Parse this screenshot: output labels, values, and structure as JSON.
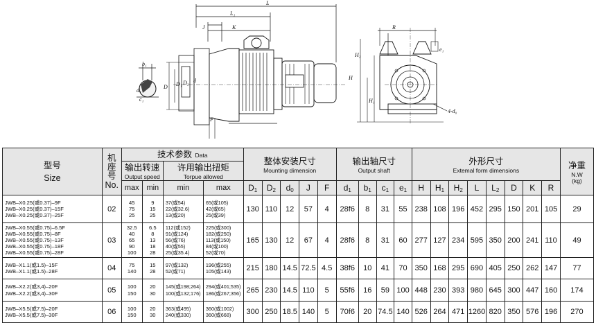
{
  "drawing_labels": {
    "L": "L",
    "L1": "L₁",
    "J": "J",
    "K": "K",
    "R": "R",
    "b1": "b₁",
    "c1": "c₁",
    "d1": "d₁",
    "D": "D",
    "D1": "D₁",
    "D2": "D₂",
    "H": "H",
    "H1": "H₁",
    "H2": "H₂",
    "F": "F",
    "e1": "e₁",
    "four_d0": "4-d₀",
    "d": "d"
  },
  "header": {
    "model_cn": "型号",
    "model_en": "Size",
    "base_cn1": "机",
    "base_cn2": "座",
    "base_cn3": "号",
    "base_en": "No.",
    "tech_cn": "技术参数",
    "tech_en": "Data",
    "speed_cn": "输出转速",
    "speed_en": "Output speed",
    "torque_cn": "许用输出扭矩",
    "torque_en": "Torpue allowed",
    "max": "max",
    "min": "min",
    "mount_cn": "整体安装尺寸",
    "mount_en": "Mounting dimension",
    "shaft_cn": "输出轴尺寸",
    "shaft_en": "Output shaft",
    "ext_cn": "外形尺寸",
    "ext_en": "Extemal form dimensions",
    "weight_cn": "净重",
    "weight_en": "N.W",
    "weight_unit": "(kg)",
    "cols": {
      "D1": "D",
      "D1s": "1",
      "D2": "D",
      "D2s": "2",
      "d0": "d",
      "d0s": "0",
      "J": "J",
      "F": "F",
      "d1": "d",
      "d1s": "1",
      "b1": "b",
      "b1s": "1",
      "c1": "c",
      "c1s": "1",
      "e1": "e",
      "e1s": "1",
      "H": "H",
      "H1": "H",
      "H1s": "1",
      "H2": "H",
      "H2s": "2",
      "L": "L",
      "L2": "L",
      "L2s": "2",
      "D": "D",
      "K": "K",
      "R": "R"
    }
  },
  "rows": [
    {
      "models": [
        "JWB–X0.25(或0.37)–9F",
        "JWB–X0.25(或0.37)–15F",
        "JWB–X0.25(或0.37)–25F"
      ],
      "no": "02",
      "smax": [
        "45",
        "75",
        "25"
      ],
      "smin": [
        "9",
        "15",
        "25"
      ],
      "tmin": [
        "37(或54)",
        "22(或32.6)",
        "13(或20)"
      ],
      "tmax": [
        "65(或105)",
        "42(或65)",
        "25(或39)"
      ],
      "dims": [
        "130",
        "110",
        "12",
        "57",
        "4",
        "28f6",
        "8",
        "31",
        "55",
        "238",
        "108",
        "196",
        "452",
        "295",
        "150",
        "201",
        "105"
      ],
      "weight": "29"
    },
    {
      "models": [
        "JWB–X0.55(或0.75)–6.5F",
        "JWB–X0.55(或0.75)–8F",
        "JWB–X0.55(或0.75)–13F",
        "JWB–X0.55(或0.75)–18F",
        "JWB–X0.55(或0.75)–28F"
      ],
      "no": "03",
      "smax": [
        "32.5",
        "40",
        "65",
        "90",
        "100"
      ],
      "smin": [
        "6.5",
        "8",
        "13",
        "18",
        "28"
      ],
      "tmin": [
        "112(或152)",
        "91(或124)",
        "56(或76)",
        "40(或55)",
        "25(或35.4)"
      ],
      "tmax": [
        "225(或300)",
        "182(或250)",
        "113(或150)",
        "84(或100)",
        "52(或70)"
      ],
      "dims": [
        "165",
        "130",
        "12",
        "67",
        "4",
        "28f6",
        "8",
        "31",
        "60",
        "277",
        "127",
        "234",
        "595",
        "350",
        "200",
        "241",
        "110"
      ],
      "weight": "49"
    },
    {
      "models": [
        "JWB–X1.1(或1.5)–15F",
        "JWB–X1.1(或1.5)–28F"
      ],
      "no": "04",
      "smax": [
        "75",
        "140"
      ],
      "smin": [
        "15",
        "28"
      ],
      "tmin": [
        "97(或132)",
        "52(或71)"
      ],
      "tmax": [
        "196(或255)",
        "105(或143)"
      ],
      "dims": [
        "215",
        "180",
        "14.5",
        "72.5",
        "4.5",
        "38f6",
        "10",
        "41",
        "70",
        "350",
        "168",
        "295",
        "690",
        "405",
        "250",
        "262",
        "147"
      ],
      "weight": "77"
    },
    {
      "models": [
        "JWB–X2.2(或3,4)–20F",
        "JWB–X2.2(或3,4)–30F"
      ],
      "no": "05",
      "smax": [
        "100",
        "150"
      ],
      "smin": [
        "20",
        "30"
      ],
      "tmin": [
        "145(或198;264)",
        "100(或132;176)"
      ],
      "tmax": [
        "294(或401;535)",
        "186(或267;356)"
      ],
      "dims": [
        "265",
        "230",
        "14.5",
        "110",
        "5",
        "55f6",
        "16",
        "59",
        "100",
        "448",
        "230",
        "393",
        "980",
        "645",
        "300",
        "447",
        "160"
      ],
      "weight": "174"
    },
    {
      "models": [
        "JWB–X5.5(或7.5)–20F",
        "JWB–X5.5(或7.5)–30F"
      ],
      "no": "06",
      "smax": [
        "100",
        "150"
      ],
      "smin": [
        "20",
        "30"
      ],
      "tmin": [
        "363(或495)",
        "240(或330)"
      ],
      "tmax": [
        "360(或1002)",
        "360(或668)"
      ],
      "dims": [
        "300",
        "250",
        "18.5",
        "140",
        "5",
        "70f6",
        "20",
        "74.5",
        "140",
        "526",
        "264",
        "471",
        "1260",
        "820",
        "350",
        "576",
        "196"
      ],
      "weight": "270"
    }
  ]
}
